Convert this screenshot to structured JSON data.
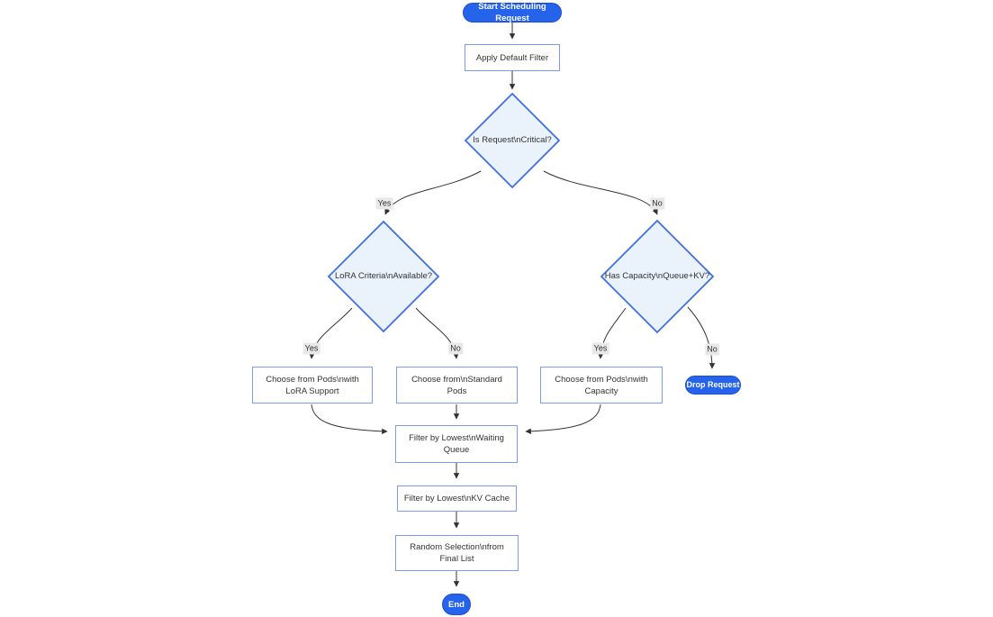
{
  "diagram": {
    "type": "flowchart",
    "nodes": {
      "start": {
        "shape": "stadium",
        "lines": [
          "Start Scheduling Request"
        ]
      },
      "apply_filter": {
        "shape": "rect",
        "lines": [
          "Apply Default Filter"
        ]
      },
      "is_critical": {
        "shape": "diamond",
        "lines": [
          "Is Request\\nCritical?"
        ]
      },
      "lora_available": {
        "shape": "diamond",
        "lines": [
          "LoRA Criteria\\nAvailable?"
        ]
      },
      "has_capacity": {
        "shape": "diamond",
        "lines": [
          "Has Capacity\\nQueue+KV?"
        ]
      },
      "choose_lora": {
        "shape": "rect",
        "lines": [
          "Choose from Pods\\nwith",
          "LoRA Support"
        ]
      },
      "choose_standard": {
        "shape": "rect",
        "lines": [
          "Choose from\\nStandard",
          "Pods"
        ]
      },
      "choose_capacity": {
        "shape": "rect",
        "lines": [
          "Choose from Pods\\nwith",
          "Capacity"
        ]
      },
      "drop": {
        "shape": "stadium",
        "lines": [
          "Drop Request"
        ]
      },
      "filter_queue": {
        "shape": "rect",
        "lines": [
          "Filter by Lowest\\nWaiting",
          "Queue"
        ]
      },
      "filter_kv": {
        "shape": "rect",
        "lines": [
          "Filter by Lowest\\nKV Cache"
        ]
      },
      "random_selection": {
        "shape": "rect",
        "lines": [
          "Random Selection\\nfrom",
          "Final List"
        ]
      },
      "end": {
        "shape": "stadium",
        "lines": [
          "End"
        ]
      }
    },
    "edges": [
      {
        "from": "start",
        "to": "apply_filter",
        "label": ""
      },
      {
        "from": "apply_filter",
        "to": "is_critical",
        "label": ""
      },
      {
        "from": "is_critical",
        "to": "lora_available",
        "label": "Yes"
      },
      {
        "from": "is_critical",
        "to": "has_capacity",
        "label": "No"
      },
      {
        "from": "lora_available",
        "to": "choose_lora",
        "label": "Yes"
      },
      {
        "from": "lora_available",
        "to": "choose_standard",
        "label": "No"
      },
      {
        "from": "has_capacity",
        "to": "choose_capacity",
        "label": "Yes"
      },
      {
        "from": "has_capacity",
        "to": "drop",
        "label": "No"
      },
      {
        "from": "choose_lora",
        "to": "filter_queue",
        "label": ""
      },
      {
        "from": "choose_standard",
        "to": "filter_queue",
        "label": ""
      },
      {
        "from": "choose_capacity",
        "to": "filter_queue",
        "label": ""
      },
      {
        "from": "filter_queue",
        "to": "filter_kv",
        "label": ""
      },
      {
        "from": "filter_kv",
        "to": "random_selection",
        "label": ""
      },
      {
        "from": "random_selection",
        "to": "end",
        "label": ""
      }
    ],
    "colors": {
      "canvas_bg": "#ffffff",
      "pill_fill": "#2563eb",
      "pill_border": "#1d4ed8",
      "pill_text": "#ffffff",
      "diamond_fill": "#eaf2fc",
      "diamond_border": "#3f6fe0",
      "rect_fill": "#ffffff",
      "rect_border": "#7d9bf0",
      "node_text": "#333333",
      "edge": "#333333",
      "edge_label_bg": "#e8e8e8"
    }
  }
}
